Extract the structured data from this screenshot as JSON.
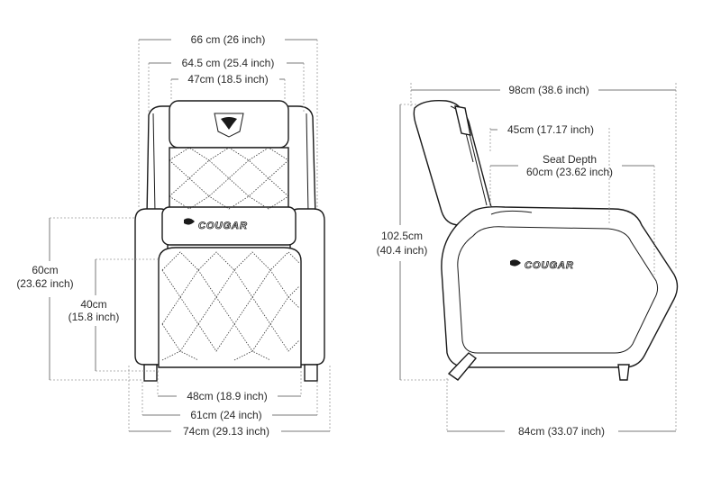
{
  "front_view": {
    "overall_width": "66 cm (26 inch)",
    "back_width": "64.5 cm (25.4 inch)",
    "headrest_width": "47cm (18.5 inch)",
    "total_height_seat": "60cm\n(23.62 inch)",
    "seat_height": "40cm\n(15.8 inch)",
    "seat_width": "48cm (18.9 inch)",
    "base_width": "61cm (24 inch)",
    "outer_width": "74cm (29.13 inch)"
  },
  "side_view": {
    "total_depth": "98cm (38.6 inch)",
    "back_depth": "45cm (17.17 inch)",
    "seat_depth_title": "Seat Depth",
    "seat_depth": "60cm (23.62 inch)",
    "total_height": "102.5cm\n(40.4 inch)",
    "base_depth": "84cm (33.07 inch)"
  },
  "brand": {
    "logo_text": "COUGAR",
    "badge_text": "COUGAR"
  }
}
